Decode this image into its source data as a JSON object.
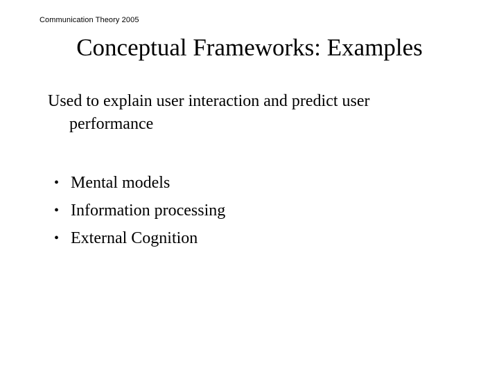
{
  "slide": {
    "header": "Communication Theory 2005",
    "title": "Conceptual Frameworks: Examples",
    "body_paragraph": "Used to explain user interaction and predict user performance",
    "bullet_marker": "•",
    "bullets": [
      {
        "label": "Mental models"
      },
      {
        "label": "Information processing"
      },
      {
        "label": "External Cognition"
      }
    ],
    "colors": {
      "background": "#ffffff",
      "text": "#000000"
    }
  }
}
